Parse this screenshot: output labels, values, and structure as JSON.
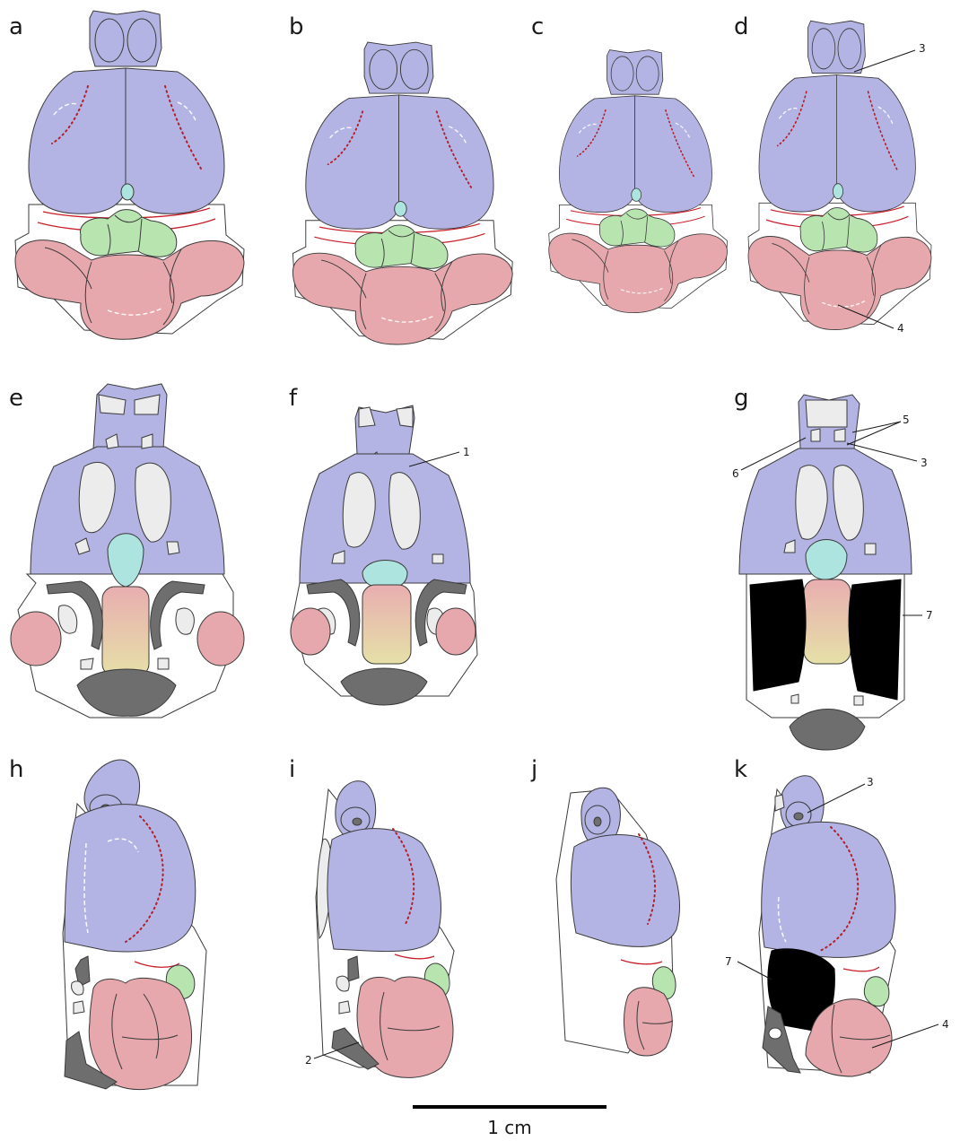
{
  "panels": {
    "a": "a",
    "b": "b",
    "c": "c",
    "d": "d",
    "e": "e",
    "f": "f",
    "g": "g",
    "h": "h",
    "i": "i",
    "j": "j",
    "k": "k"
  },
  "callouts": {
    "d_3": "3",
    "d_4": "4",
    "f_1": "1",
    "g_5": "5",
    "g_3": "3",
    "g_6": "6",
    "g_7": "7",
    "i_2": "2",
    "k_3": "3",
    "k_7": "7",
    "k_4": "4"
  },
  "scale_bar": {
    "label": "1 cm"
  },
  "colors": {
    "cerebrum": "#b4b4e4",
    "pineal": "#aee4e0",
    "midbrain": "#b8e4b0",
    "cerebellum": "#e6a8ac",
    "void": "#000000"
  }
}
